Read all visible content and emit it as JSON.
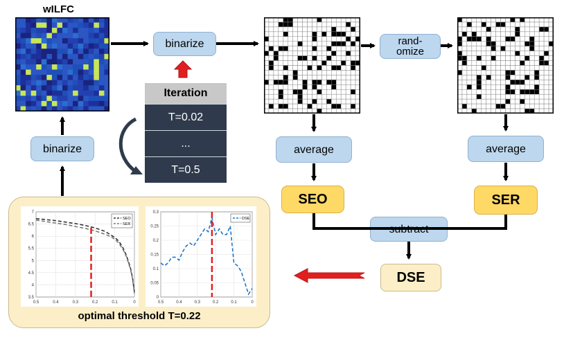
{
  "title": "wILFC",
  "labels": {
    "binarize_top": "binarize",
    "binarize_left": "binarize",
    "randomize": "rand-\nomize",
    "average_left": "average",
    "average_right": "average",
    "seo": "SEO",
    "ser": "SER",
    "subtract": "subtract",
    "dse": "DSE"
  },
  "iteration": {
    "header": "Iteration",
    "rows": [
      "T=0.02",
      "...",
      "T=0.5"
    ]
  },
  "caption": "optimal threshold T=0.22",
  "colors": {
    "box_blue": "#bdd7ee",
    "box_yellow": "#ffd966",
    "box_cream": "#fcefc7",
    "iteration_dark": "#2f3b4c",
    "threshold_red": "#e02020",
    "dse_line": "#1f78c8"
  },
  "chart_data": [
    {
      "type": "line",
      "xlim": [
        0.5,
        0
      ],
      "ylim": [
        3.5,
        7
      ],
      "x_ticks": [
        "0.5",
        "0.4",
        "0.3",
        "0.2",
        "0.1",
        "0"
      ],
      "y_ticks": [
        "3.5",
        "4",
        "4.5",
        "5",
        "5.5",
        "6",
        "6.5",
        "7"
      ],
      "series": [
        {
          "name": "SEO",
          "x": [
            0.5,
            0.45,
            0.4,
            0.35,
            0.3,
            0.25,
            0.22,
            0.2,
            0.15,
            0.12,
            0.1,
            0.08,
            0.06,
            0.04,
            0.02,
            0.01,
            0
          ],
          "y": [
            6.72,
            6.68,
            6.64,
            6.58,
            6.52,
            6.44,
            6.38,
            6.34,
            6.2,
            6.05,
            5.95,
            5.8,
            5.55,
            5.2,
            4.7,
            4.3,
            3.7
          ]
        },
        {
          "name": "SER",
          "x": [
            0.5,
            0.45,
            0.4,
            0.35,
            0.3,
            0.25,
            0.22,
            0.2,
            0.15,
            0.12,
            0.1,
            0.08,
            0.06,
            0.04,
            0.02,
            0.01,
            0
          ],
          "y": [
            6.66,
            6.6,
            6.54,
            6.48,
            6.4,
            6.32,
            6.26,
            6.22,
            6.08,
            5.98,
            5.88,
            5.72,
            5.48,
            5.15,
            4.65,
            4.25,
            3.65
          ]
        }
      ],
      "threshold": 0.22,
      "legend": "top-right"
    },
    {
      "type": "line",
      "xlim": [
        0.5,
        0
      ],
      "ylim": [
        0,
        0.3
      ],
      "x_ticks": [
        "0.5",
        "0.4",
        "0.3",
        "0.2",
        "0.1",
        "0"
      ],
      "y_ticks": [
        "0",
        "0.05",
        "0.1",
        "0.15",
        "0.2",
        "0.25",
        "0.3"
      ],
      "series": [
        {
          "name": "DSE",
          "x": [
            0.5,
            0.48,
            0.46,
            0.44,
            0.42,
            0.4,
            0.38,
            0.36,
            0.34,
            0.32,
            0.3,
            0.28,
            0.26,
            0.24,
            0.22,
            0.2,
            0.18,
            0.16,
            0.14,
            0.12,
            0.1,
            0.08,
            0.06,
            0.04,
            0.02,
            0
          ],
          "y": [
            0.12,
            0.11,
            0.12,
            0.14,
            0.14,
            0.13,
            0.16,
            0.18,
            0.19,
            0.18,
            0.2,
            0.22,
            0.24,
            0.23,
            0.28,
            0.22,
            0.24,
            0.22,
            0.22,
            0.25,
            0.12,
            0.11,
            0.09,
            0.05,
            0.01,
            0.03
          ]
        }
      ],
      "threshold": 0.22,
      "legend": "top-right"
    }
  ]
}
